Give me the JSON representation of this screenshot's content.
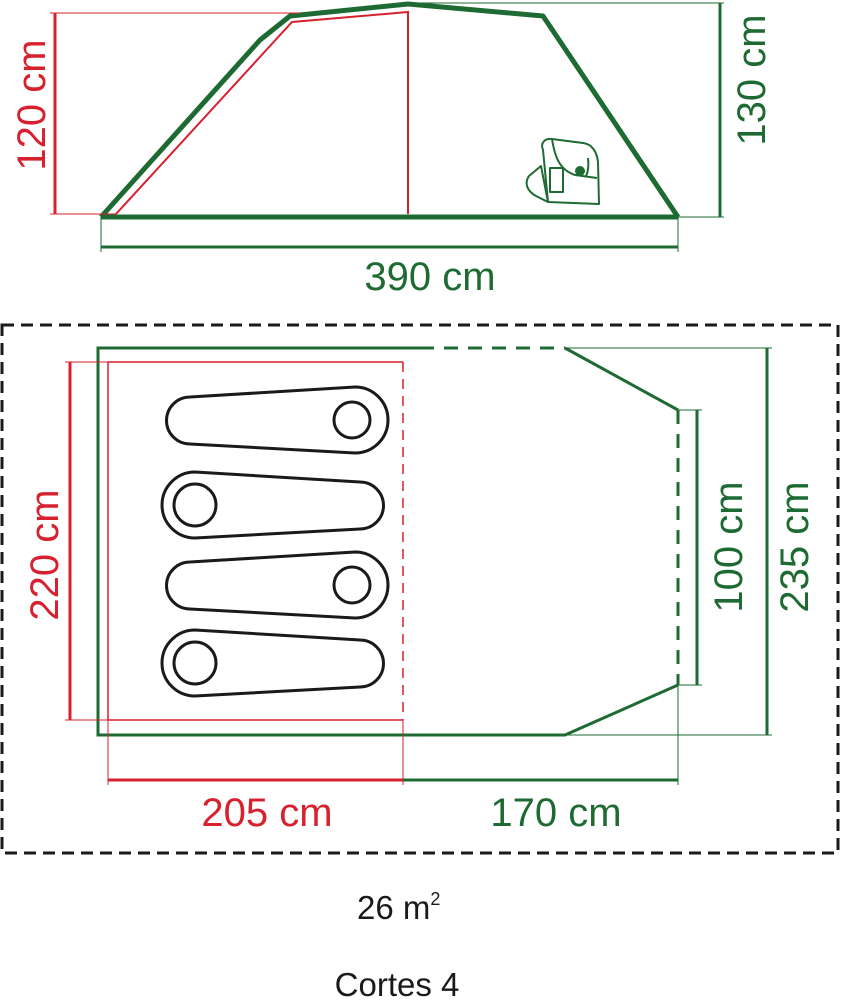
{
  "colors": {
    "green": "#1d6b32",
    "red": "#d8212f",
    "black": "#1a1a1a"
  },
  "side_view": {
    "inner_height_label": "120 cm",
    "outer_height_label": "130 cm",
    "length_label": "390 cm",
    "icon": "backpack-icon"
  },
  "floor_plan": {
    "bedroom_width_label": "220 cm",
    "bedroom_length_label": "205 cm",
    "porch_length_label": "170 cm",
    "door_width_label": "100 cm",
    "overall_width_label": "235 cm",
    "sleeping_places": 4
  },
  "area": {
    "value": "26 m",
    "superscript": "2"
  },
  "product_name": "Cortes 4"
}
